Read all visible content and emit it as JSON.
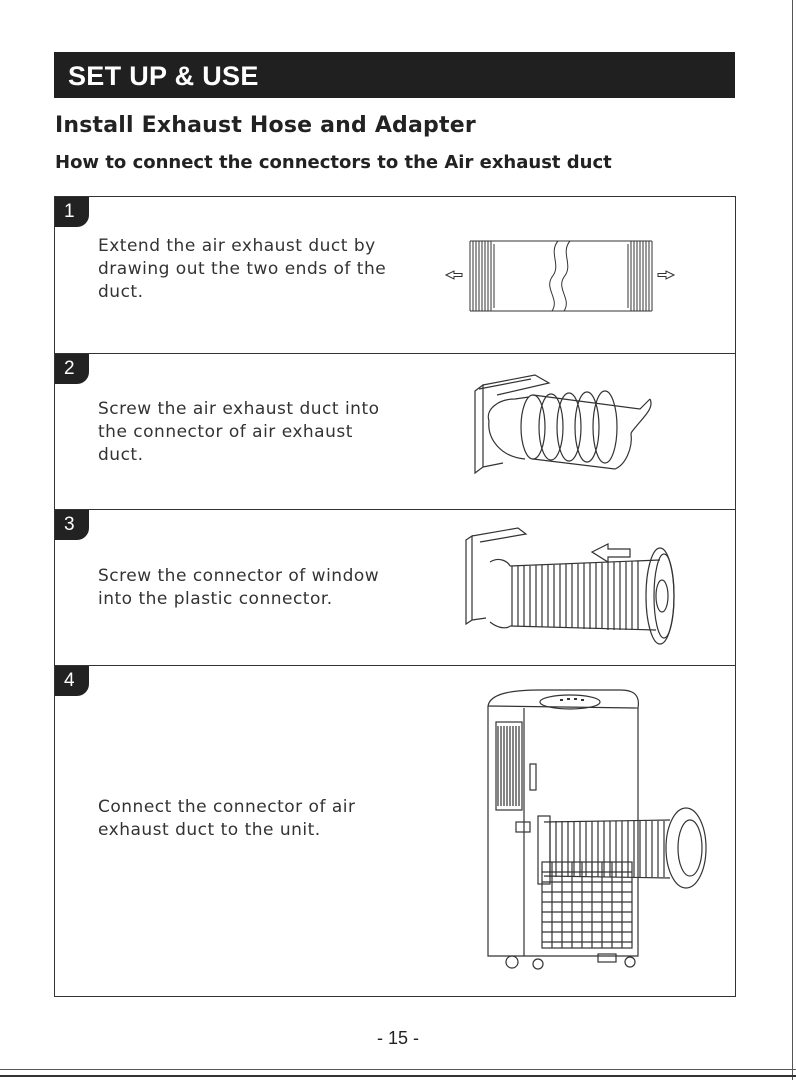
{
  "section_banner": "SET UP & USE",
  "title": "Install Exhaust Hose and Adapter",
  "subtitle": "How to connect the connectors to the Air exhaust duct",
  "steps": [
    {
      "number": "1",
      "text": "Extend the air exhaust duct by\ndrawing out the two ends of the\nduct."
    },
    {
      "number": "2",
      "text": "Screw the air exhaust duct into\nthe connector of air exhaust\nduct."
    },
    {
      "number": "3",
      "text": "Screw the connector of window\ninto the plastic connector."
    },
    {
      "number": "4",
      "text": "Connect the connector of air\nexhaust duct to the unit."
    }
  ],
  "page_number": "- 15 -"
}
